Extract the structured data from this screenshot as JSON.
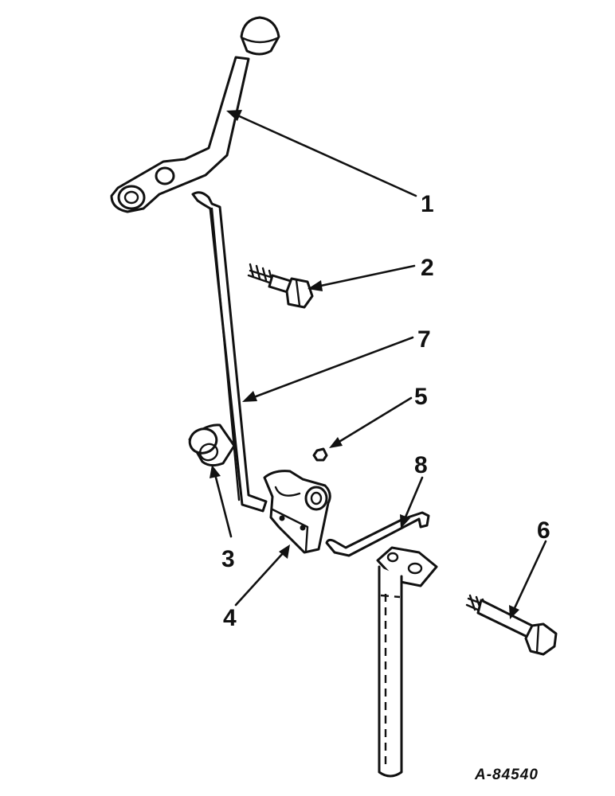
{
  "callouts": {
    "c1": "1",
    "c2": "2",
    "c3": "3",
    "c4": "4",
    "c5": "5",
    "c6": "6",
    "c7": "7",
    "c8": "8"
  },
  "reference_code": "A-84540",
  "colors": {
    "ink": "#111111",
    "paper": "#ffffff"
  }
}
